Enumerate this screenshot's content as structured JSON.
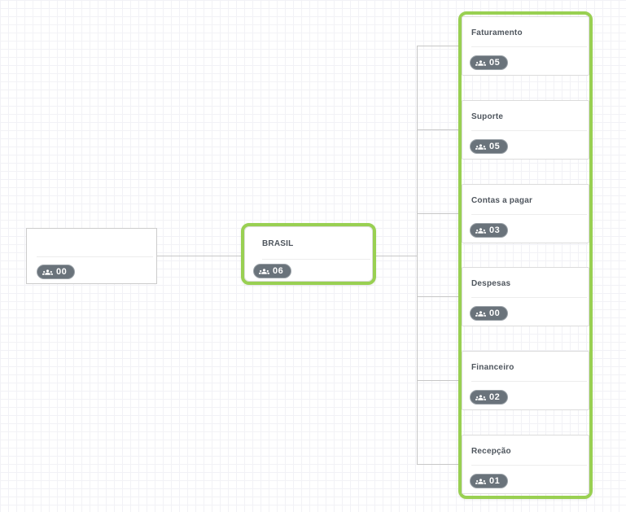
{
  "app": {
    "view": "organization-chart-canvas"
  },
  "theme": {
    "selection_green": "#99d052",
    "badge_bg": "#6a737b",
    "connector_gray": "#c7c7c7",
    "grid_line": "#f2f2f6",
    "canvas_bg": "#ffffff",
    "label_color": "#4e555d"
  },
  "chart": {
    "root": {
      "label": "",
      "member_count": "00"
    },
    "level1": {
      "label": "BRASIL",
      "member_count": "06",
      "selected": true
    },
    "departments_selected": true,
    "departments": [
      {
        "label": "Faturamento",
        "member_count": "05"
      },
      {
        "label": "Suporte",
        "member_count": "05"
      },
      {
        "label": "Contas a pagar",
        "member_count": "03"
      },
      {
        "label": "Despesas",
        "member_count": "00"
      },
      {
        "label": "Financeiro",
        "member_count": "02"
      },
      {
        "label": "Recepção",
        "member_count": "01"
      }
    ]
  },
  "icons": {
    "member_badge": "people-group-icon"
  }
}
